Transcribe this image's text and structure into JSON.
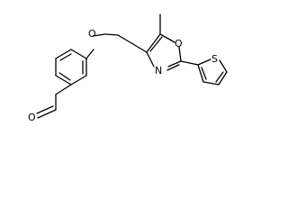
{
  "molecule": {
    "atoms": {
      "ether_oxygen": "O",
      "oxazole_oxygen": "O",
      "oxazole_nitrogen": "N",
      "thiophene_sulfur": "S",
      "aldehyde_oxygen": "O"
    },
    "colors": {
      "bond": "#000000",
      "label": "#000000",
      "background": "#ffffff"
    }
  }
}
